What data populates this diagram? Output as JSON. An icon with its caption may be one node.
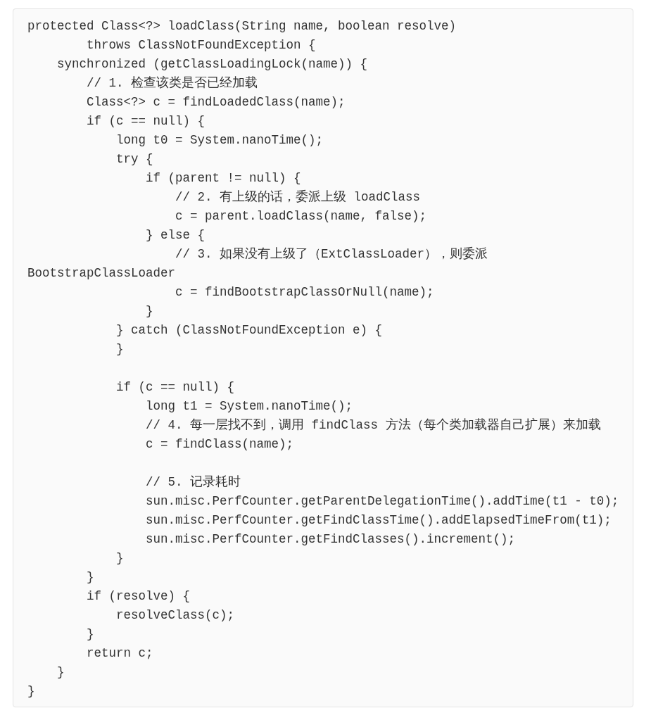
{
  "diagram": {
    "labels": [
      "protected Class<?> loadClass(String name, boolean resolve)",
      "        throws ClassNotFoundException {",
      "    synchronized (getClassLoadingLock(name)) {",
      "        // 1. 检查该类是否已经加载",
      "        Class<?> c = findLoadedClass(name);",
      "        if (c == null) {",
      "            long t0 = System.nanoTime();",
      "            try {",
      "                if (parent != null) {",
      "                    // 2. 有上级的话，委派上级 loadClass",
      "                    c = parent.loadClass(name, false);",
      "                } else {",
      "                    // 3. 如果没有上级了（ExtClassLoader），则委派 BootstrapClassLoader",
      "                    c = findBootstrapClassOrNull(name);",
      "                }",
      "            } catch (ClassNotFoundException e) {",
      "            }",
      "            if (c == null) {",
      "                long t1 = System.nanoTime();",
      "                // 4. 每一层找不到，调用 findClass 方法（每个类加载器自己扩展）来加载",
      "                c = findClass(name);",
      "                // 5. 记录耗时",
      "                sun.misc.PerfCounter.getParentDelegationTime().addTime(t1 - t0);",
      "                sun.misc.PerfCounter.getFindClassTime().addElapsedTimeFrom(t1);",
      "                sun.misc.PerfCounter.getFindClasses().increment();",
      "            }",
      "        }",
      "        if (resolve) {",
      "            resolveClass(c);",
      "        }",
      "        return c;",
      "    }",
      "}"
    ]
  }
}
